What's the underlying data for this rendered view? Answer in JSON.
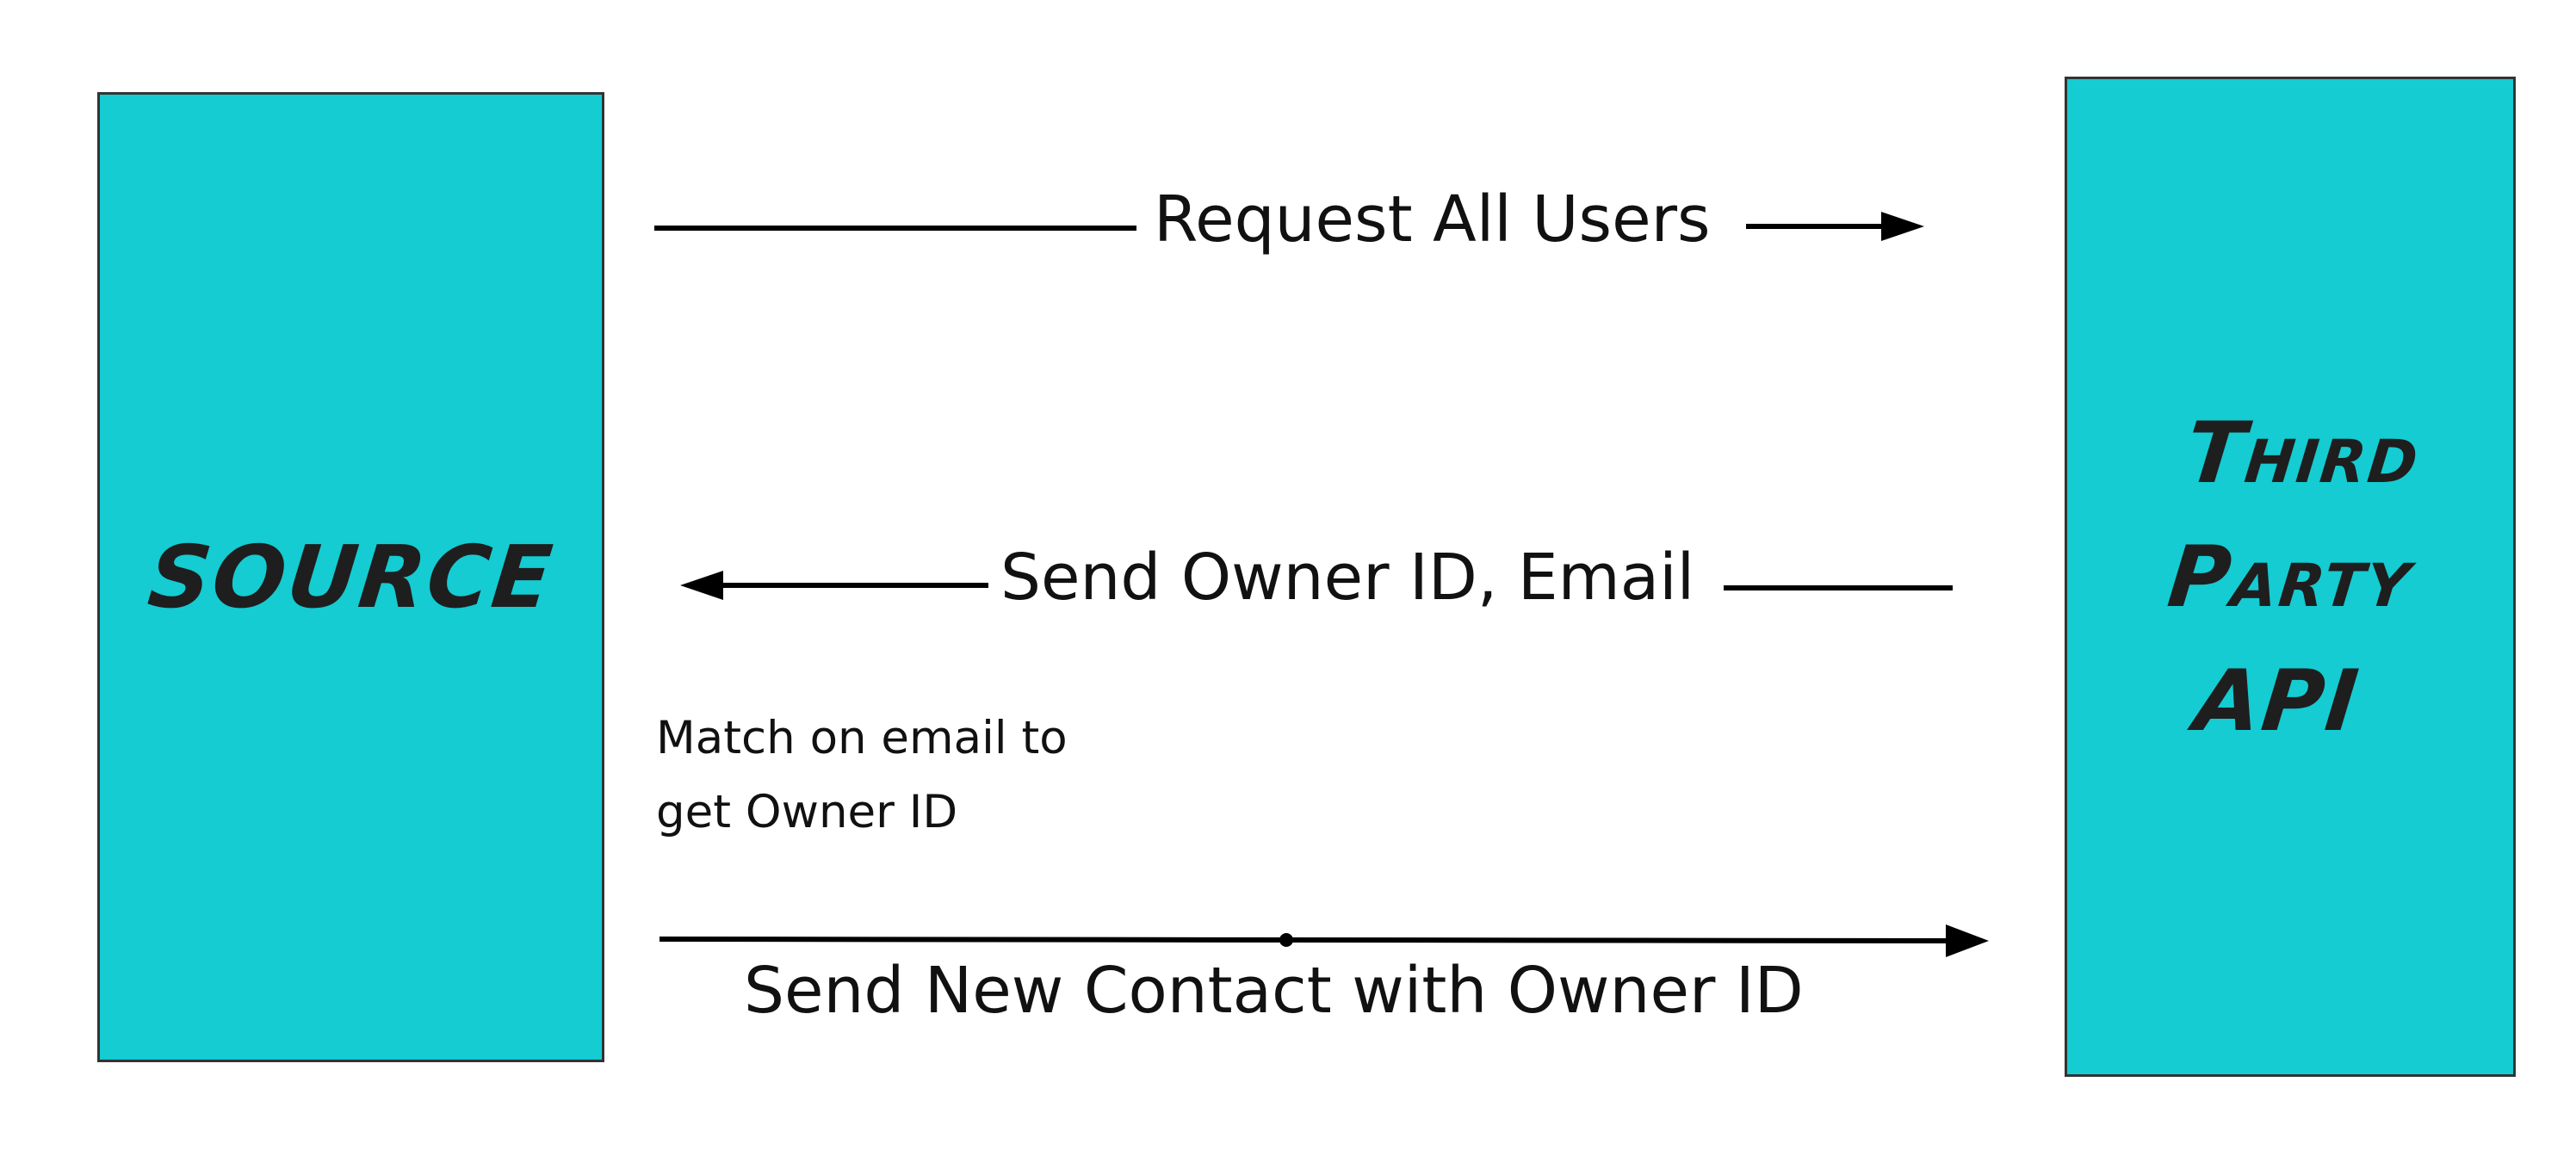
{
  "nodes": {
    "source": {
      "label": "SOURCE"
    },
    "third_party_api": {
      "label_lines": [
        "Third",
        "Party",
        "API"
      ]
    }
  },
  "messages": {
    "request_all_users": "Request All Users",
    "send_owner_id_email": "Send Owner ID, Email",
    "send_new_contact": "Send New Contact with Owner ID"
  },
  "notes": {
    "match_on_email": "Match on email to get Owner ID"
  },
  "colors": {
    "box_fill": "#14ccd2",
    "box_border": "#333333",
    "arrow": "#000000",
    "text": "#111111"
  }
}
